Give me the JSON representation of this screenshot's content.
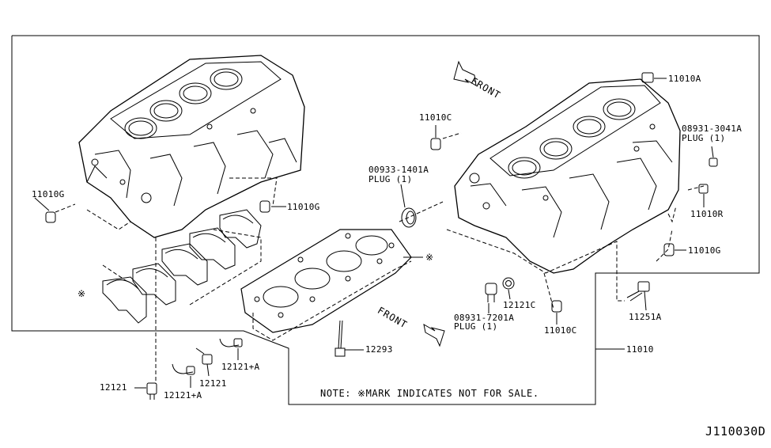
{
  "labels": {
    "p11010G_left": "11010G",
    "p11010G_mid": "11010G",
    "p11010G_right": "11010G",
    "p11010C_top": "11010C",
    "p11010C_bottom": "11010C",
    "p11010A": "11010A",
    "p08931_3041A": "08931-3041A",
    "plug_3041A": "PLUG (1)",
    "p00933_1401A": "00933-1401A",
    "plug_1401A": "PLUG (1)",
    "p11010R": "11010R",
    "p12121C": "12121C",
    "p08931_7201A": "08931-7201A",
    "plug_7201A": "PLUG (1)",
    "p11251A": "11251A",
    "p11010": "11010",
    "p12293": "12293",
    "p12121_left": "12121",
    "p12121_mid": "12121",
    "p12121A_upper": "12121+A",
    "p12121A_lower": "12121+A",
    "mark_left": "※",
    "mark_right": "※"
  },
  "front_label_top": "FRONT",
  "front_label_bottom": "FRONT",
  "note": "NOTE: ※MARK INDICATES NOT FOR SALE.",
  "diagram_code": "J110030D"
}
